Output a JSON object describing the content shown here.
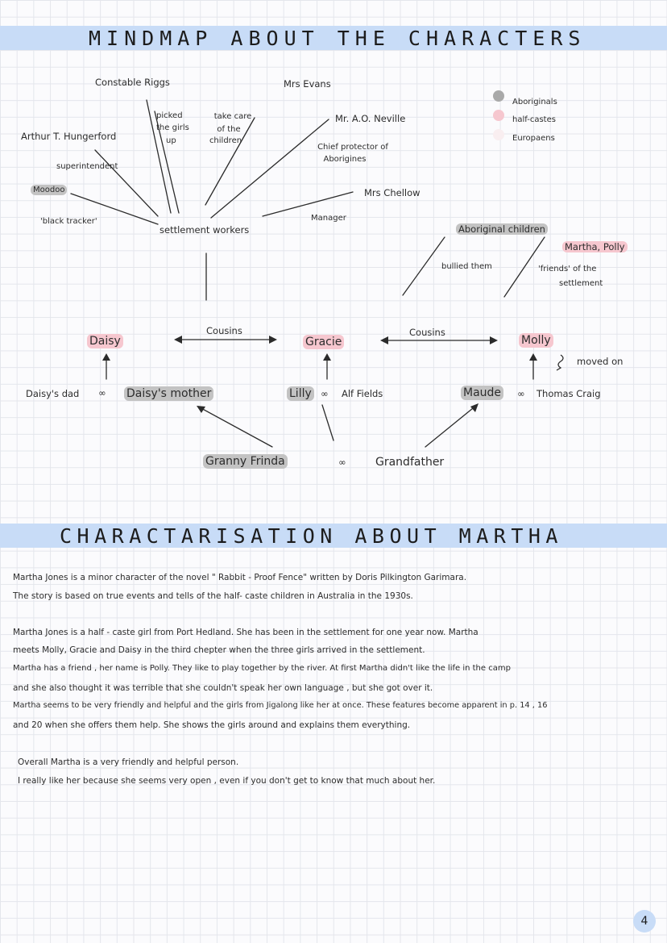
{
  "mindmap": {
    "title": "MINDMAP ABOUT THE CHARACTERS",
    "legend": [
      {
        "label": "Aboriginals",
        "color": "#a9a9a9"
      },
      {
        "label": "half-castes",
        "color": "#f6c7cf"
      },
      {
        "label": "Europaens",
        "color": "#f9eef0"
      }
    ],
    "workers": {
      "hub": "settlement workers",
      "constable_riggs": "Constable Riggs",
      "picked_the_girls_up": [
        "picked",
        "the girls",
        "up"
      ],
      "take_care": [
        "take care",
        "of the",
        "children"
      ],
      "mrs_evans": "Mrs Evans",
      "neville": "Mr. A.O. Neville",
      "chief_protector": [
        "Chief protector of",
        "Aborigines"
      ],
      "hungerford": "Arthur T. Hungerford",
      "superintendent": "superintendent",
      "moodoo": "Moodoo",
      "black_tracker": "'black tracker'",
      "mrs_chellow": "Mrs Chellow",
      "manager": "Manager"
    },
    "aboriginal_children": {
      "label": "Aboriginal children",
      "martha_polly": "Martha, Polly",
      "bullied_them": "bullied them",
      "friends": [
        "'friends' of the",
        "settlement"
      ]
    },
    "family": {
      "daisy": "Daisy",
      "gracie": "Gracie",
      "molly": "Molly",
      "cousins_left": "Cousins",
      "cousins_right": "Cousins",
      "moved_on": "moved on",
      "daisys_dad": "Daisy's dad",
      "marriage_symbol": "∞",
      "daisys_mother": "Daisy's mother",
      "lilly": "Lilly",
      "alf_fields": "Alf Fields",
      "maude": "Maude",
      "thomas_craig": "Thomas Craig",
      "granny_frinda": "Granny Frinda",
      "grandfather": "Grandfather"
    }
  },
  "characterisation": {
    "title": "CHARACTARISATION ABOUT MARTHA",
    "paragraph_1": [
      "Martha Jones is a minor character of the novel \" Rabbit - Proof Fence\" written by Doris Pilkington Garimara.",
      "The story is based on true events and tells of the half- caste children in Australia in the 1930s."
    ],
    "paragraph_2": [
      "Martha Jones is a half - caste girl from Port Hedland. She has been in the settlement for one year now. Martha",
      "meets Molly, Gracie and Daisy in the third chepter when the three girls arrived in the settlement.",
      "Martha has a friend , her name is Polly. They like to play together by the river. At first Martha didn't like the life in the camp",
      "and she also thought it was terrible that she couldn't speak her own language , but she got over it.",
      "Martha seems to be very friendly and helpful and the girls from Jigalong like her at once. These features become apparent in p. 14 , 16",
      "and 20 when she offers them help. She shows the girls around and explains them everything."
    ],
    "paragraph_3": [
      "Overall Martha is a very friendly and helpful person.",
      "I really like her because she seems very open , even if you don't get to know that much about her."
    ]
  },
  "page_number": "4"
}
